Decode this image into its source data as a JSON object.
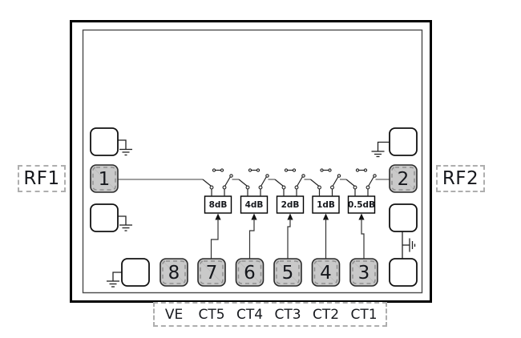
{
  "diagram": {
    "port_labels": {
      "rf1": "RF1",
      "rf2": "RF2"
    },
    "control_labels": [
      "VE",
      "CT5",
      "CT4",
      "CT3",
      "CT2",
      "CT1"
    ],
    "pads": {
      "pin1": "1",
      "pin2": "2",
      "pin3": "3",
      "pin4": "4",
      "pin5": "5",
      "pin6": "6",
      "pin7": "7",
      "pin8": "8"
    },
    "attenuator_blocks": [
      "8dB",
      "4dB",
      "2dB",
      "1dB",
      "0.5dB"
    ],
    "colors": {
      "pad_fill": "#c9c9c9",
      "wire": "#666666",
      "outline": "#000000",
      "dashed_box": "#aeaeae"
    }
  }
}
